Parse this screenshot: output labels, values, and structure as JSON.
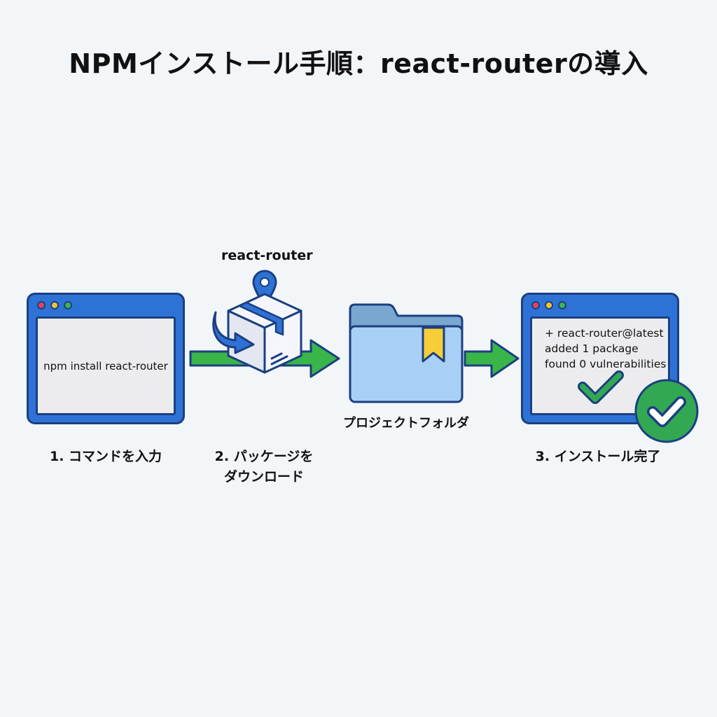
{
  "title": "NPMインストール手順：react-routerの導入",
  "step1": {
    "command": "npm install react-router",
    "label": "1. コマンドを入力"
  },
  "step2": {
    "package_name": "react-router",
    "label_line1": "2. パッケージを",
    "label_line2": "ダウンロード"
  },
  "folder": {
    "label": "プロジェクトフォルダ"
  },
  "step3": {
    "output_lines": [
      "+ react-router@latest",
      "added 1 package",
      "found 0 vulnerabilities"
    ],
    "label": "3. インストール完了"
  },
  "colors": {
    "window_blue": "#2f72d6",
    "outline": "#1b3f80",
    "arrow_green": "#3ab54a",
    "folder_blue": "#a8cff5",
    "bookmark_yellow": "#f7cd3a",
    "check_green": "#33a853"
  },
  "icons": [
    "window-dots-icon",
    "location-pin-icon",
    "package-box-icon",
    "download-arrow-icon",
    "folder-icon",
    "bookmark-icon",
    "checkmark-icon",
    "success-badge-icon"
  ]
}
